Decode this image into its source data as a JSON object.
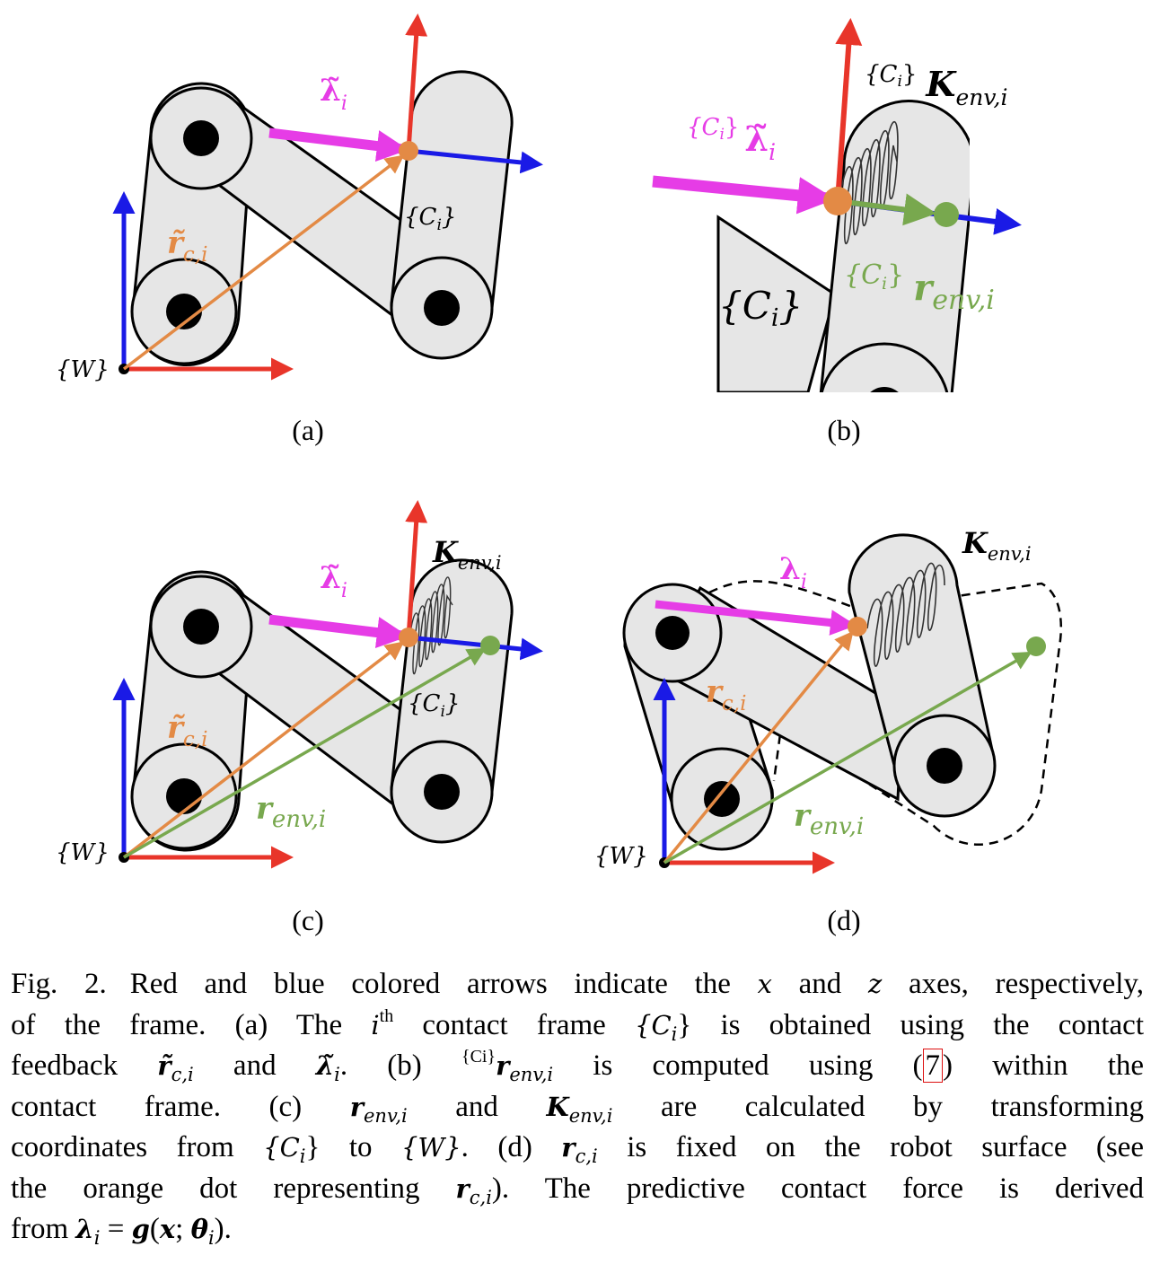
{
  "figure": {
    "subfigures": [
      {
        "label": "(a)",
        "frame_world": "{W}",
        "frame_contact": "{C",
        "frame_contact_sub": "i",
        "frame_contact_close": "}",
        "r_sym": "r̃",
        "r_sub": "c,i",
        "lambda_sym": "λ̃",
        "lambda_sub": "i"
      },
      {
        "label": "(b)",
        "frame_contact_big": "{C",
        "frame_contact_big_sub": "i",
        "frame_contact_big_close": "}",
        "prefix_frame": "{C",
        "prefix_frame_sub": "i",
        "prefix_frame_close": "}",
        "k_sym": "K",
        "k_sub": "env,i",
        "lambda_sym": "λ̃",
        "lambda_sub": "i",
        "r_sym": "r",
        "r_sub": "env,i"
      },
      {
        "label": "(c)",
        "frame_world": "{W}",
        "frame_contact": "{C",
        "frame_contact_sub": "i",
        "frame_contact_close": "}",
        "r_sym": "r̃",
        "r_sub": "c,i",
        "lambda_sym": "λ̃",
        "lambda_sub": "i",
        "renv_sym": "r",
        "renv_sub": "env,i",
        "k_sym": "K",
        "k_sub": "env,i"
      },
      {
        "label": "(d)",
        "frame_world": "{W}",
        "r_sym": "r",
        "r_sub": "c,i",
        "lambda_sym": "λ",
        "lambda_sub": "i",
        "renv_sym": "r",
        "renv_sub": "env,i",
        "k_sym": "K",
        "k_sub": "env,i"
      }
    ],
    "colors": {
      "x_axis": "#e8352a",
      "z_axis": "#1a1ae6",
      "lambda": "#e63ce6",
      "r_contact": "#e38a45",
      "r_env": "#78a84e",
      "link_fill": "#e6e6e6",
      "joint": "#000000"
    }
  },
  "caption": {
    "l1_a": "Fig. 2.",
    "l1_b": "Red and blue colored arrows indicate the",
    "l1_x": "x",
    "l1_c": "and",
    "l1_z": "z",
    "l1_d": "axes, respectively,",
    "l2_a": "of the frame. (a) The",
    "l2_i": "i",
    "l2_th": "th",
    "l2_b": "contact frame",
    "l2_ci": "{C",
    "l2_ci_sub": "i",
    "l2_ci_close": "}",
    "l2_c": "is obtained using the contact",
    "l3_a": "feedback",
    "l3_r": "r̃",
    "l3_r_sub": "c,i",
    "l3_b": "and",
    "l3_lam": "λ̃",
    "l3_lam_sub": "i",
    "l3_c": ". (b)",
    "l3_sup": "{C",
    "l3_sup_sub": "i",
    "l3_sup_close": "}",
    "l3_renv": "r",
    "l3_renv_sub": "env,i",
    "l3_d": "is computed using (",
    "l3_ref": "7",
    "l3_e": ") within the",
    "l4_a": "contact frame. (c)",
    "l4_r": "r",
    "l4_r_sub": "env,i",
    "l4_b": "and",
    "l4_k": "K",
    "l4_k_sub": "env,i",
    "l4_c": "are calculated by transforming",
    "l5_a": "coordinates from",
    "l5_ci": "{C",
    "l5_ci_sub": "i",
    "l5_ci_close": "}",
    "l5_b": "to",
    "l5_w": "{W}",
    "l5_c": ". (d)",
    "l5_r": "r",
    "l5_r_sub": "c,i",
    "l5_d": "is fixed on the robot surface (see",
    "l6_a": "the orange dot representing",
    "l6_r": "r",
    "l6_r_sub": "c,i",
    "l6_b": "). The predictive contact force is derived",
    "l7_a": "from",
    "l7_lam": "λ",
    "l7_lam_sub": "i",
    "l7_eq": "=",
    "l7_g": "g",
    "l7_b": "(",
    "l7_x": "x",
    "l7_semi": ";",
    "l7_theta": "θ",
    "l7_theta_sub": "i",
    "l7_c": ")."
  }
}
